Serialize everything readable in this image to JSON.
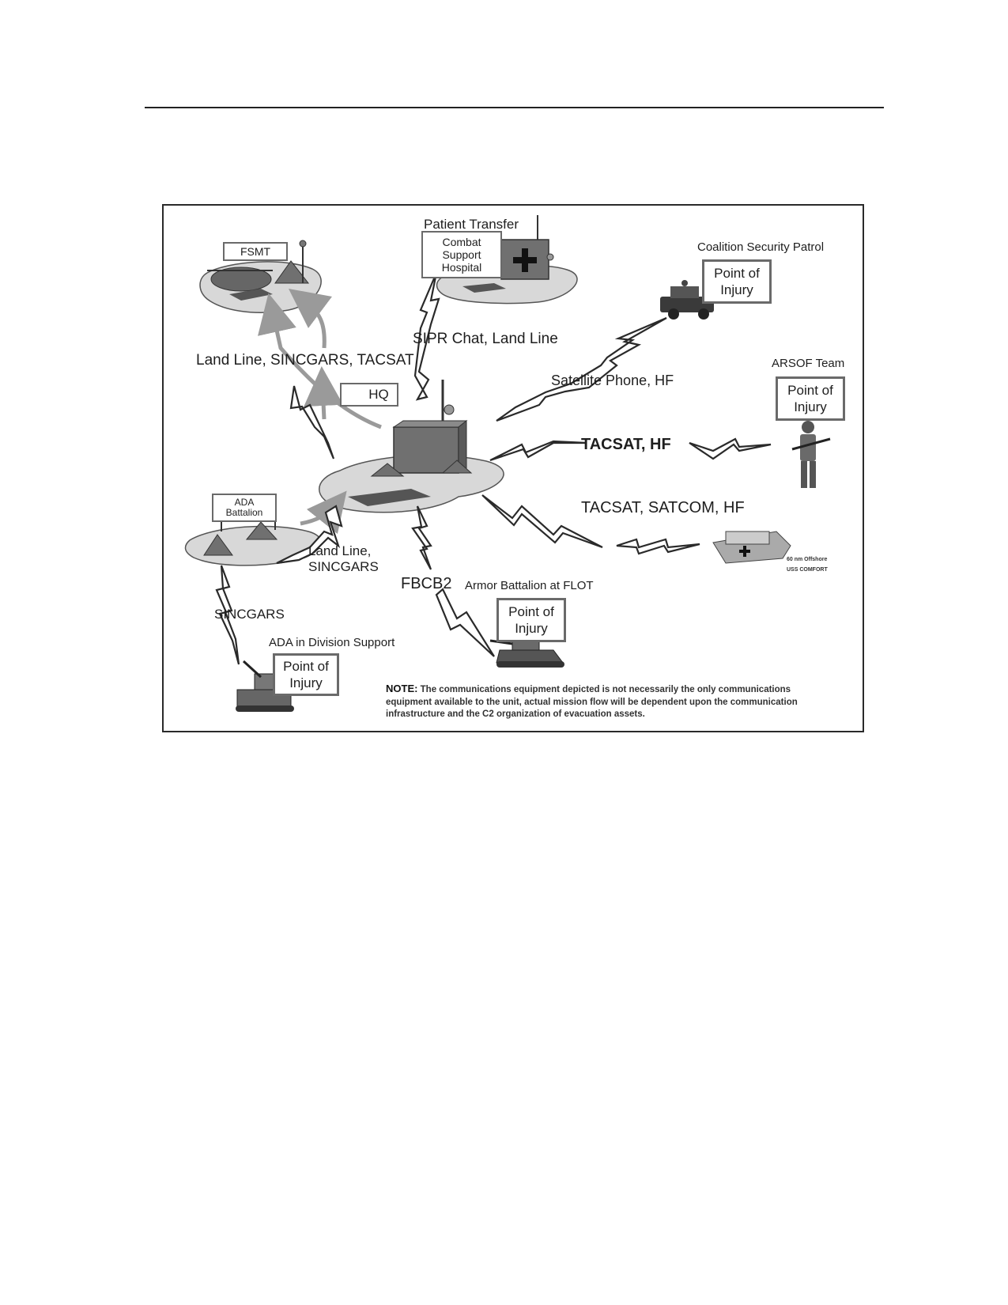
{
  "diagram": {
    "nodes": {
      "fsmt": {
        "label": "FSMT"
      },
      "hospital": {
        "caption": "Patient Transfer",
        "label": "Combat Support Hospital"
      },
      "hq": {
        "label": "HQ"
      },
      "coalition": {
        "caption": "Coalition Security Patrol",
        "box": "Point of\nInjury"
      },
      "arsof": {
        "caption": "ARSOF Team",
        "box": "Point of\nInjury"
      },
      "ada_battalion": {
        "label": "ADA Battalion"
      },
      "ada_div": {
        "caption": "ADA in Division Support",
        "box": "Point of\nInjury"
      },
      "armor": {
        "caption": "Armor Battalion at FLOT",
        "box": "Point of\nInjury"
      },
      "ship": {
        "line1": "60 nm Offshore",
        "line2": "USS COMFORT"
      }
    },
    "links": {
      "fsmt_hq": "Land Line, SINCGARS, TACSAT",
      "hospital_hq": "SIPR Chat, Land Line",
      "coalition_hq": "Satellite Phone, HF",
      "arsof_hq": "TACSAT, HF",
      "ship_hq": "TACSAT, SATCOM, HF",
      "ada_hq_line1": "Land Line,",
      "ada_hq_line2": "SINCGARS",
      "armor_hq": "FBCB2",
      "ada_div_ada": "SINCGARS"
    },
    "note": {
      "label": "NOTE:",
      "text": "The communications equipment depicted is not necessarily the only communications equipment available to the unit, actual mission flow will be dependent upon the communication infrastructure and the C2 organization of evacuation assets."
    },
    "colors": {
      "ground": "#d8d8d8",
      "building": "#707070",
      "arrow": "#9a9a9a",
      "bolt": "#2a2a2a",
      "box_border": "#6a6a6a"
    }
  }
}
